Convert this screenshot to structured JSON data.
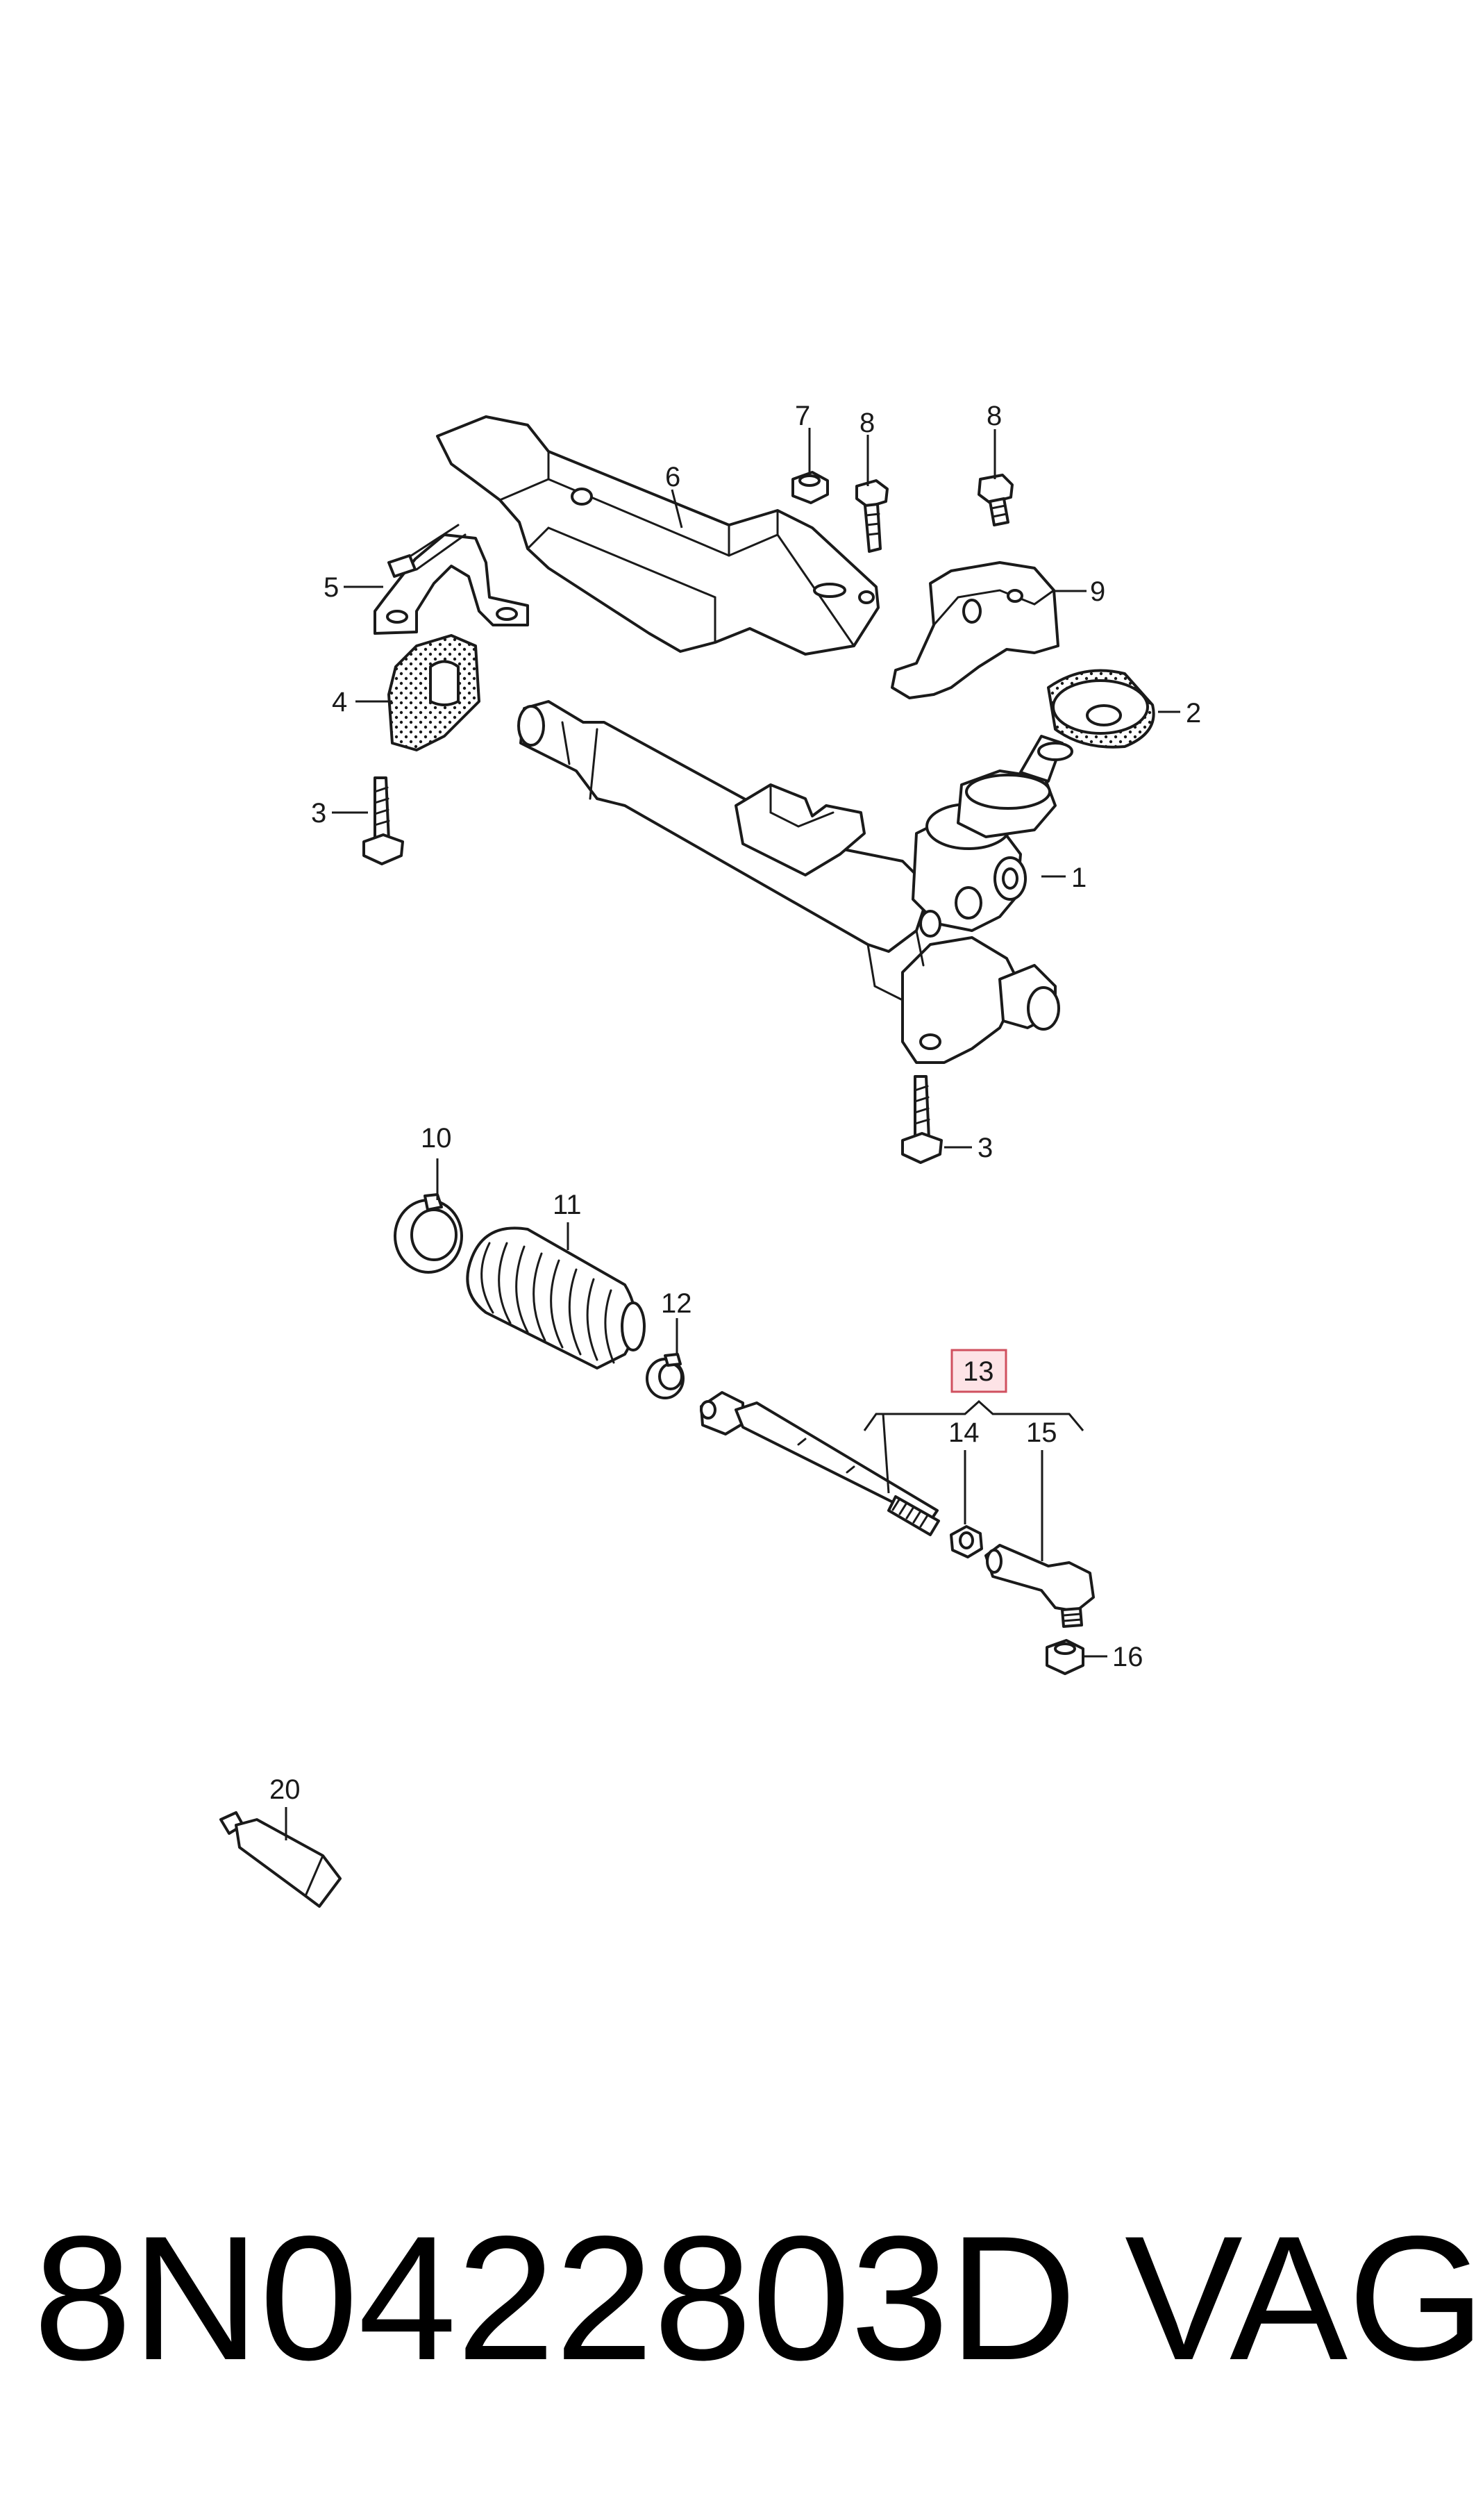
{
  "diagram": {
    "callouts": {
      "c1": "1",
      "c2": "2",
      "c3a": "3",
      "c3b": "3",
      "c4": "4",
      "c5": "5",
      "c6": "6",
      "c7": "7",
      "c8a": "8",
      "c8b": "8",
      "c9": "9",
      "c10": "10",
      "c11": "11",
      "c12": "12",
      "c13": "13",
      "c14": "14",
      "c15": "15",
      "c16": "16",
      "c20": "20"
    },
    "highlighted_callout": "13",
    "highlight_color": "#fde3e6",
    "highlight_border_color": "#d0505f"
  },
  "footer": {
    "part_number": "8N0422803D",
    "brand": "VAG"
  }
}
